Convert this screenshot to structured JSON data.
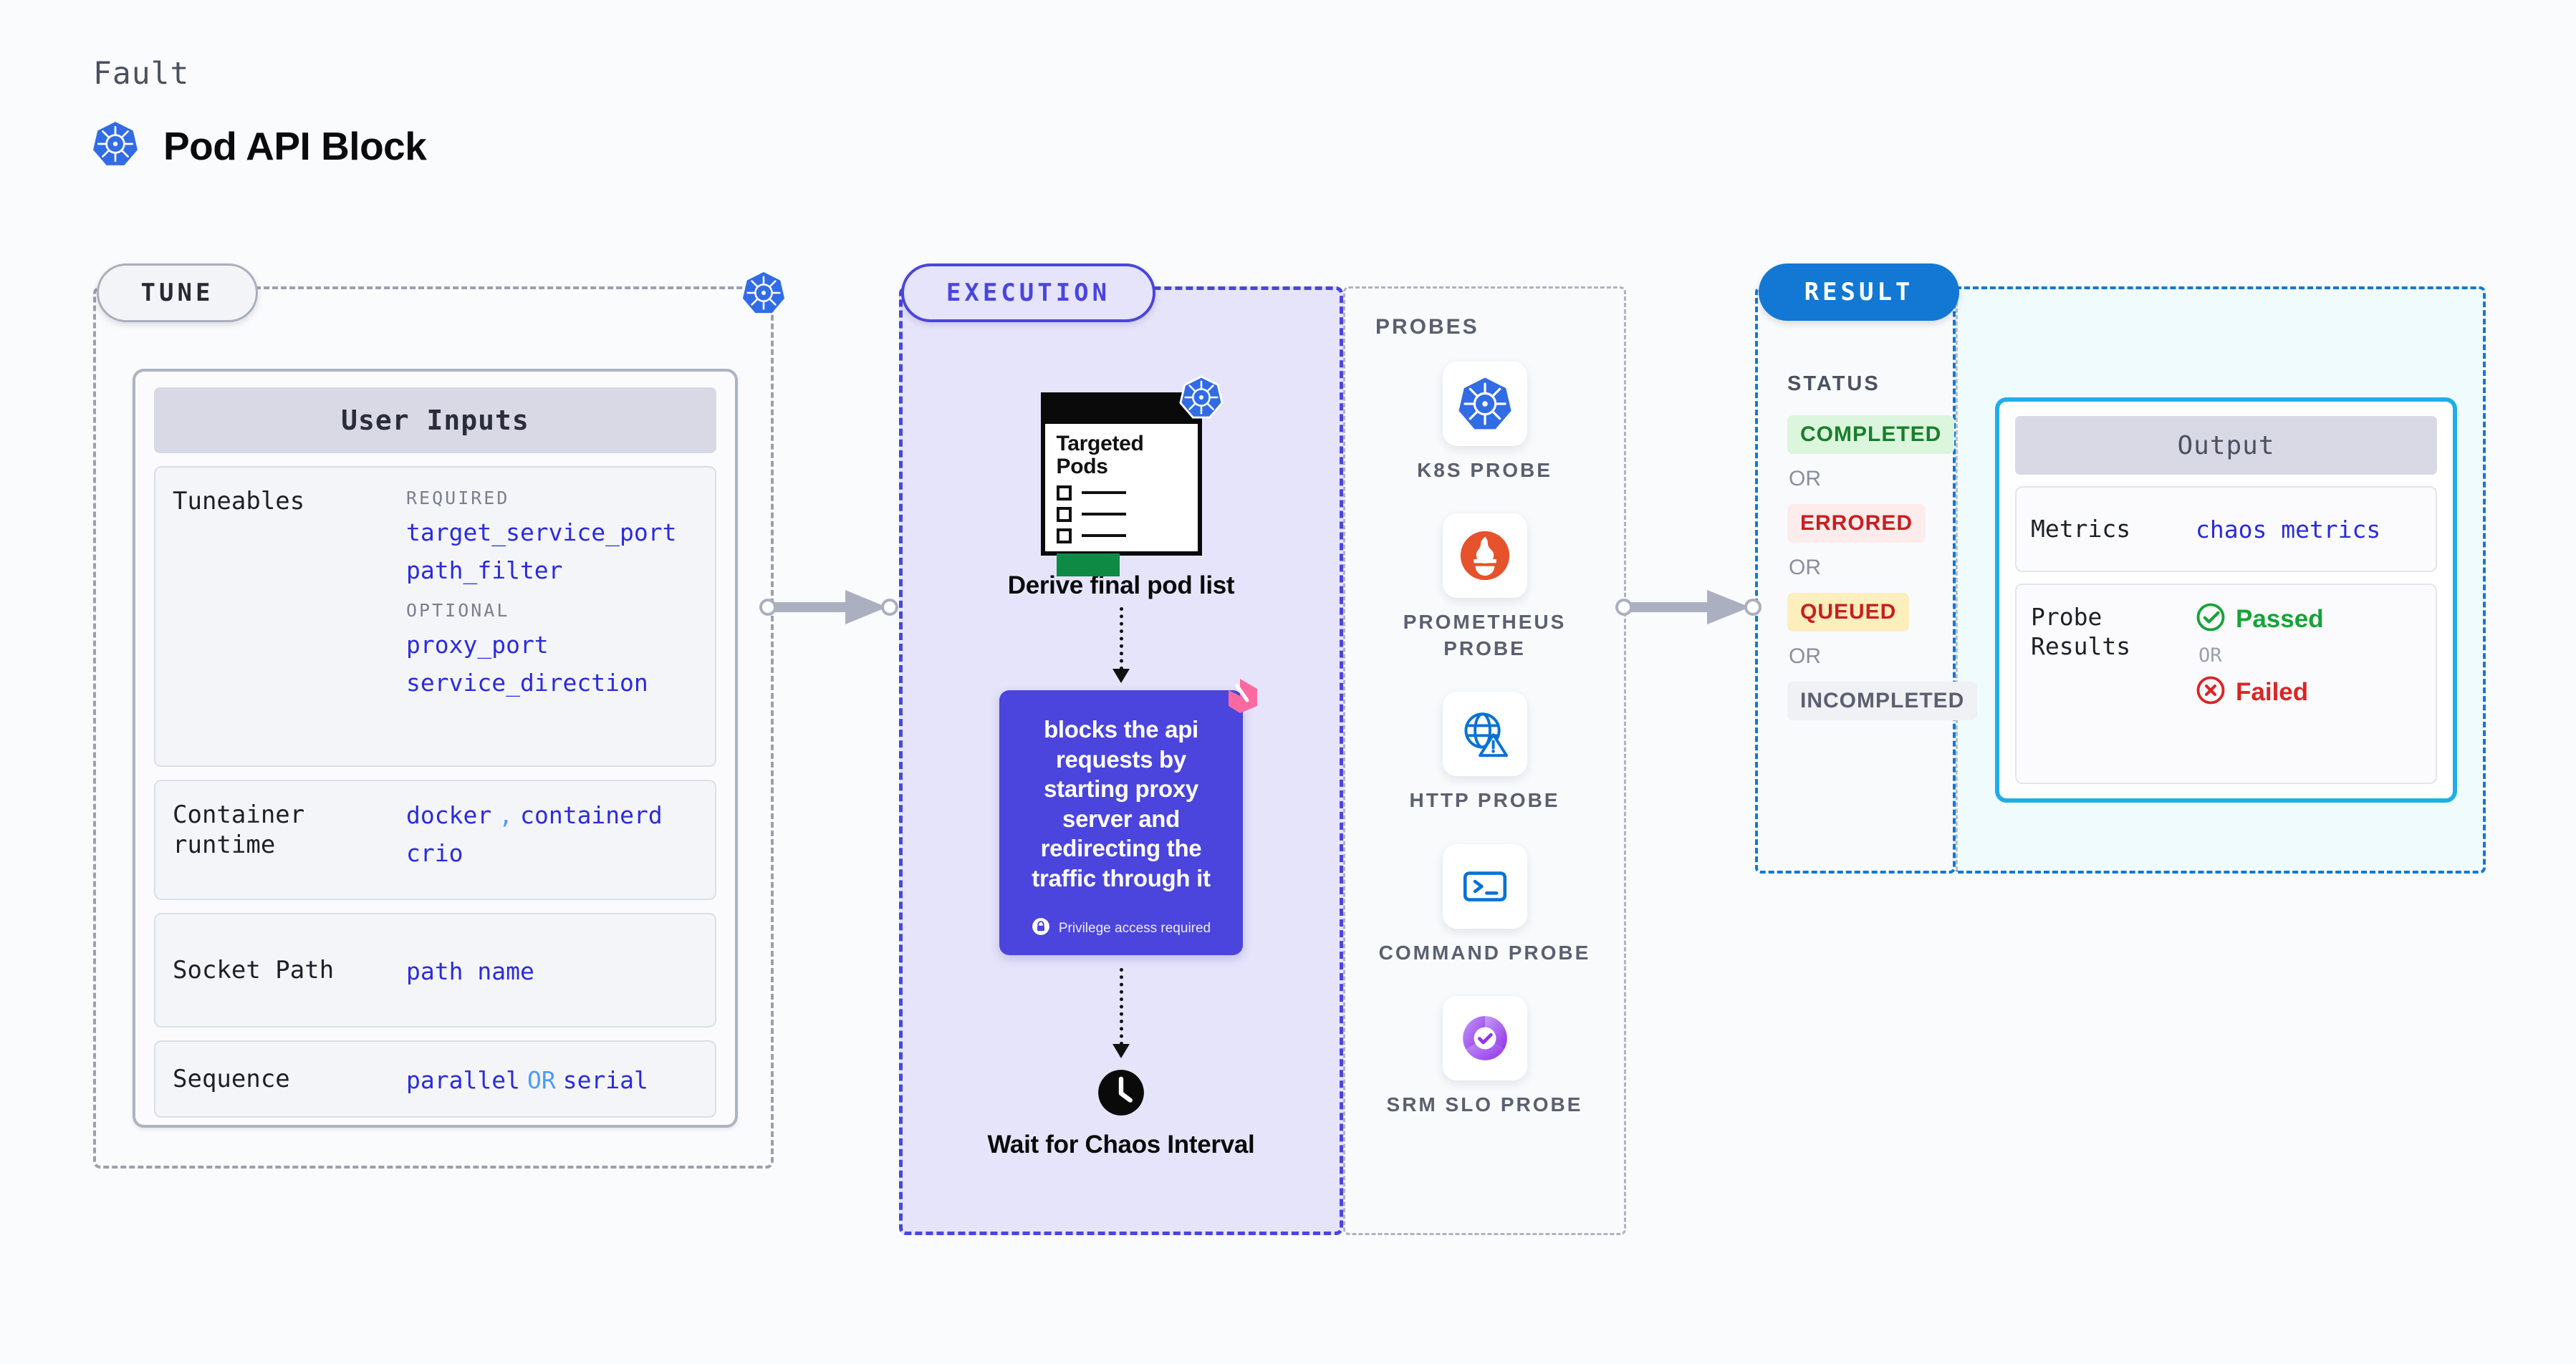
{
  "header": {
    "eyebrow": "Fault",
    "title": "Pod API Block",
    "icon": "kubernetes-icon"
  },
  "tune": {
    "badge": "TUNE",
    "card_title": "User Inputs",
    "rows": [
      {
        "key": "Tuneables",
        "groups": [
          {
            "tag": "REQUIRED",
            "values": [
              "target_service_port",
              "path_filter"
            ]
          },
          {
            "tag": "OPTIONAL",
            "values": [
              "proxy_port",
              "service_direction"
            ]
          }
        ]
      },
      {
        "key": "Container runtime",
        "values": [
          "docker",
          ",",
          "containerd",
          "crio"
        ]
      },
      {
        "key": "Socket Path",
        "values": [
          "path name"
        ]
      },
      {
        "key": "Sequence",
        "values": [
          "parallel",
          "OR",
          "serial"
        ]
      }
    ]
  },
  "execution": {
    "badge": "EXECUTION",
    "pod_card": {
      "title": "Targeted Pods",
      "icon": "kubernetes-icon"
    },
    "step1_label": "Derive final pod list",
    "action_card": {
      "text": "blocks the api requests by starting proxy server and redirecting the traffic through it",
      "privilege_note": "Privilege access required",
      "privilege_icon": "lock-icon",
      "corner_icon": "litmus-icon"
    },
    "step2_label": "Wait for Chaos Interval",
    "step2_icon": "clock-icon"
  },
  "probes": {
    "title": "PROBES",
    "items": [
      {
        "name": "K8S PROBE",
        "icon": "kubernetes-icon"
      },
      {
        "name": "PROMETHEUS PROBE",
        "icon": "prometheus-icon"
      },
      {
        "name": "HTTP PROBE",
        "icon": "http-globe-icon"
      },
      {
        "name": "COMMAND PROBE",
        "icon": "terminal-icon"
      },
      {
        "name": "SRM SLO PROBE",
        "icon": "srm-slo-icon"
      }
    ]
  },
  "result": {
    "badge": "RESULT",
    "status_title": "STATUS",
    "or_label": "OR",
    "statuses": [
      {
        "label": "COMPLETED",
        "color": "#16802a",
        "bg": "#dcf5dd"
      },
      {
        "label": "ERRORED",
        "color": "#c81f1f",
        "bg": "#fdecec"
      },
      {
        "label": "QUEUED",
        "color": "#c81f1f",
        "bg": "#fdeebe"
      },
      {
        "label": "INCOMPLETED",
        "color": "#5b6070",
        "bg": "#f0f1f5"
      }
    ]
  },
  "output": {
    "title": "Output",
    "metrics_key": "Metrics",
    "metrics_value": "chaos metrics",
    "probe_results_key": "Probe Results",
    "passed_label": "Passed",
    "failed_label": "Failed",
    "or_label": "OR"
  },
  "colors": {
    "accent_purple": "#4b45dd",
    "accent_blue": "#1278d4",
    "accent_cyan": "#21aee8",
    "mono_blue": "#2b2bdd",
    "k8s_blue": "#326ce5",
    "litmus_pink": "#fa6aa0"
  }
}
